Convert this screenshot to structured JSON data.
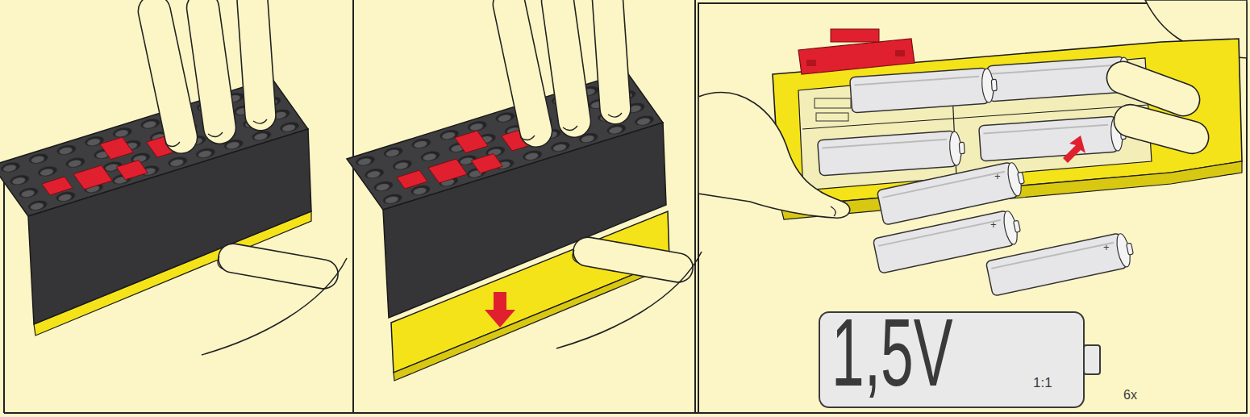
{
  "diagram": {
    "nodes": [
      {
        "text": [
          "1,5V",
          "1:1"
        ]
      }
    ],
    "labels": [
      "+",
      "+",
      "+",
      "6x"
    ]
  }
}
